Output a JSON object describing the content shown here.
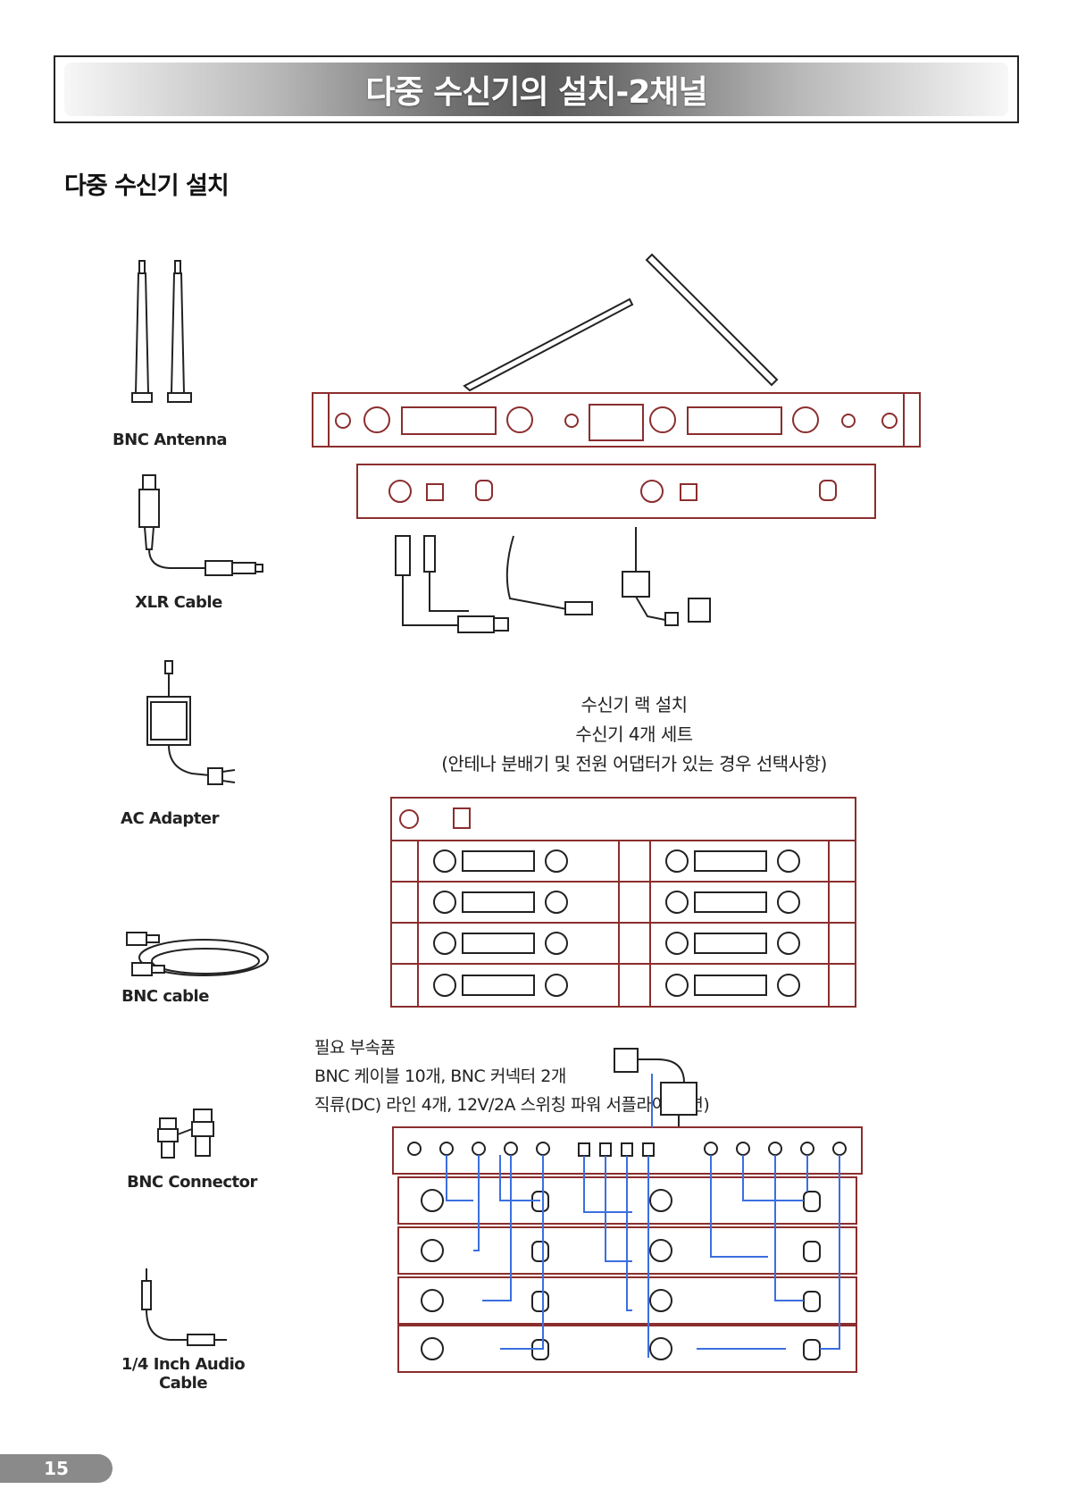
{
  "header": {
    "title": "다중 수신기의 설치-2채널"
  },
  "section": {
    "title": "다중 수신기 설치"
  },
  "accessories": [
    {
      "label": "BNC Antenna",
      "icon": "bnc-antenna-icon"
    },
    {
      "label": "XLR  Cable",
      "icon": "xlr-cable-icon"
    },
    {
      "label": "AC Adapter",
      "icon": "ac-adapter-icon"
    },
    {
      "label": "BNC cable",
      "icon": "bnc-cable-icon"
    },
    {
      "label": "BNC Connector",
      "icon": "bnc-connector-icon"
    },
    {
      "label": "1/4 Inch Audio Cable",
      "icon": "quarter-inch-cable-icon"
    }
  ],
  "rack_caption": [
    "수신기 랙 설치",
    "수신기 4개 세트",
    "(안테나 분배기 및 전원 어댑터가 있는 경우 선택사항)"
  ],
  "parts_caption": [
    "필요 부속품",
    "BNC 케이블 10개, BNC 커넥터 2개",
    "직류(DC) 라인 4개, 12V/2A 스위칭 파워 서플라이(옵션)"
  ],
  "page_number": "15",
  "colors": {
    "line": "#8b2e2e",
    "wire": "#3b6fe0",
    "banner_dark": "#5a5a5a",
    "page_tab": "#8a8a8a"
  }
}
